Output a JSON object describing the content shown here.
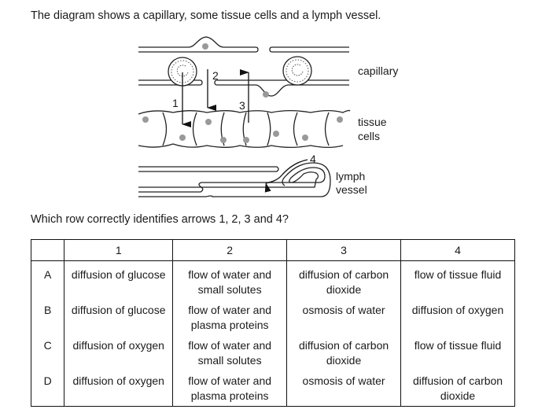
{
  "intro_text": "The diagram shows a capillary, some tissue cells and a lymph vessel.",
  "diagram": {
    "labels": {
      "capillary": "capillary",
      "tissue_line1": "tissue",
      "tissue_line2": "cells",
      "lymph_line1": "lymph",
      "lymph_line2": "vessel"
    },
    "arrows": [
      "1",
      "2",
      "3",
      "4"
    ]
  },
  "question_text": "Which row correctly identifies arrows 1, 2, 3 and 4?",
  "table": {
    "headers": [
      "",
      "1",
      "2",
      "3",
      "4"
    ],
    "rows": [
      {
        "letter": "A",
        "cells": [
          "diffusion of glucose",
          "flow of water and small solutes",
          "diffusion of carbon dioxide",
          "flow of tissue fluid"
        ]
      },
      {
        "letter": "B",
        "cells": [
          "diffusion of glucose",
          "flow of water and plasma proteins",
          "osmosis of water",
          "diffusion of oxygen"
        ]
      },
      {
        "letter": "C",
        "cells": [
          "diffusion of oxygen",
          "flow of water and small solutes",
          "diffusion of carbon dioxide",
          "flow of tissue fluid"
        ]
      },
      {
        "letter": "D",
        "cells": [
          "diffusion of oxygen",
          "flow of water and plasma proteins",
          "osmosis of water",
          "diffusion of carbon dioxide"
        ]
      }
    ]
  }
}
